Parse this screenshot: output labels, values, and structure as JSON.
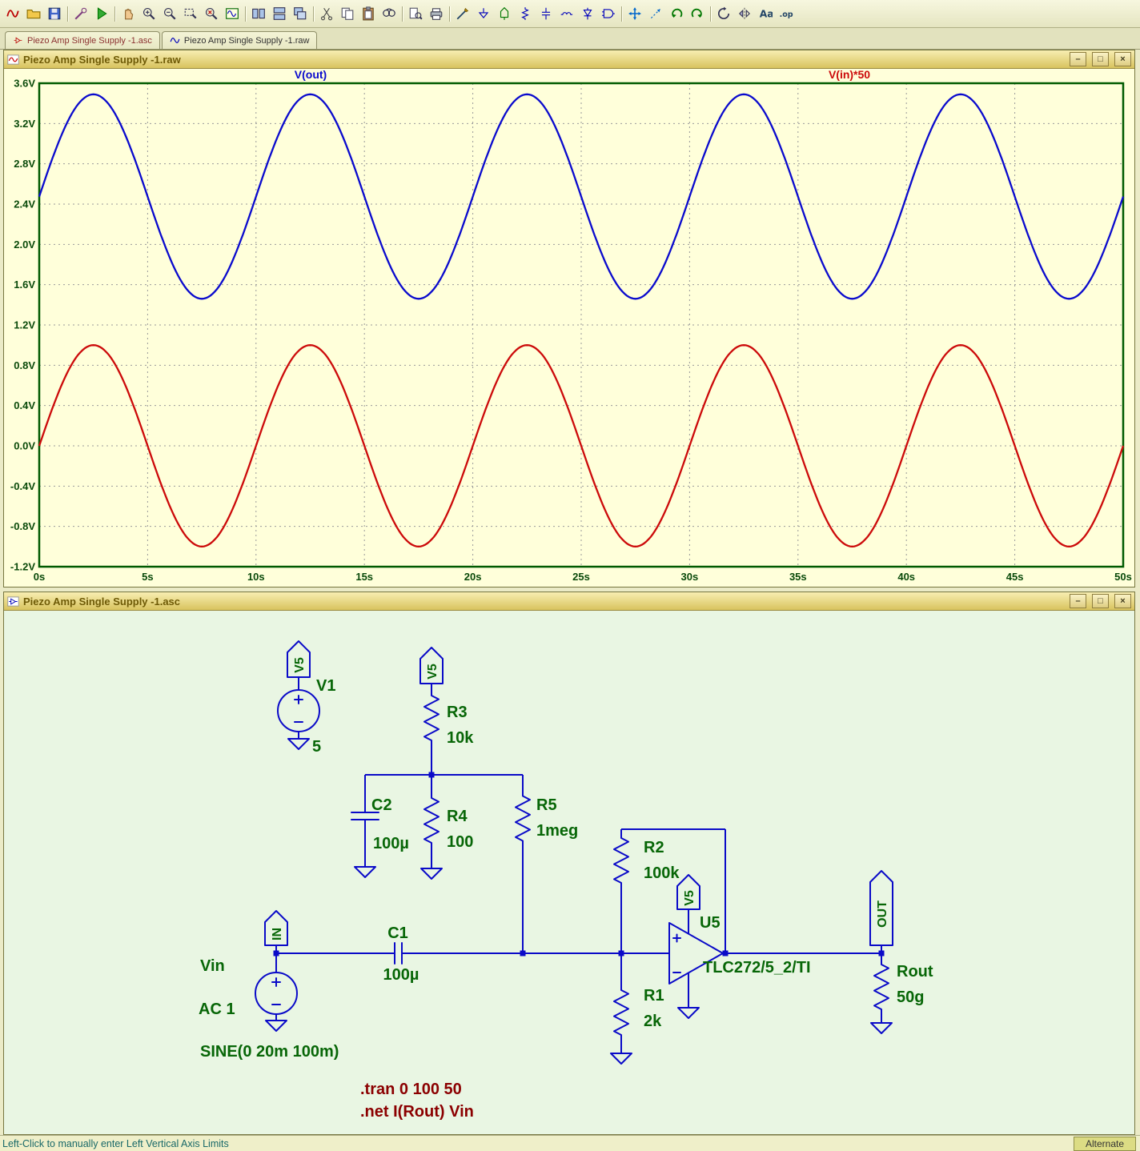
{
  "toolbar": {
    "icons": [
      "new-schematic",
      "open",
      "save",
      "|",
      "probe",
      "run",
      "|",
      "pan-hand",
      "zoom-in",
      "zoom-out",
      "zoom-area",
      "zoom-fit",
      "autorange",
      "|",
      "tile-vert",
      "tile-horz",
      "cascade",
      "|",
      "cut",
      "copy",
      "paste",
      "find",
      "|",
      "print-preview",
      "print",
      "|",
      "wire",
      "ground",
      "label-net",
      "resistor",
      "capacitor",
      "inductor",
      "diode",
      "component",
      "|",
      "move",
      "drag",
      "undo",
      "redo",
      "|",
      "rotate",
      "mirror",
      "text",
      "spice-directive"
    ]
  },
  "tabs": [
    {
      "label": "Piezo Amp Single Supply -1.asc"
    },
    {
      "label": "Piezo Amp Single Supply -1.raw"
    }
  ],
  "window_controls": [
    {
      "name": "minimize",
      "glyph": "–"
    },
    {
      "name": "maximize",
      "glyph": "□"
    },
    {
      "name": "close",
      "glyph": "×"
    }
  ],
  "wave_window": {
    "title": "Piezo Amp Single Supply -1.raw"
  },
  "chart_data": {
    "type": "line",
    "title": "",
    "x": {
      "min": 0,
      "max": 50,
      "tick_step": 5,
      "unit": "s",
      "tick_labels": [
        "0s",
        "5s",
        "10s",
        "15s",
        "20s",
        "25s",
        "30s",
        "35s",
        "40s",
        "45s",
        "50s"
      ]
    },
    "y": {
      "min": -1.2,
      "max": 3.6,
      "tick_step": 0.4,
      "unit": "V",
      "tick_labels": [
        "3.6V",
        "3.2V",
        "2.8V",
        "2.4V",
        "2.0V",
        "1.6V",
        "1.2V",
        "0.8V",
        "0.4V",
        "0.0V",
        "-0.4V",
        "-0.8V",
        "-1.2V"
      ]
    },
    "grid": "dashed",
    "legend_position": "top",
    "series": [
      {
        "name": "V(out)",
        "color": "#0A0ACD",
        "waveform": "sine",
        "mean": 2.475,
        "amplitude": 1.015,
        "period": 10,
        "phase_deg": 0
      },
      {
        "name": "V(in)*50",
        "color": "#CC0A0A",
        "waveform": "sine",
        "mean": 0.0,
        "amplitude": 1.0,
        "period": 10,
        "phase_deg": 0
      }
    ]
  },
  "schematic_window": {
    "title": "Piezo Amp Single Supply -1.asc",
    "components": {
      "v5_flag": "V5",
      "v1": {
        "name": "V1",
        "value": "5"
      },
      "r3": {
        "name": "R3",
        "value": "10k"
      },
      "c2": {
        "name": "C2",
        "value": "100µ"
      },
      "r4": {
        "name": "R4",
        "value": "100"
      },
      "r5": {
        "name": "R5",
        "value": "1meg"
      },
      "in_flag": "IN",
      "vin": {
        "name": "Vin",
        "value1": "AC 1",
        "value2": "SINE(0 20m 100m)"
      },
      "c1": {
        "name": "C1",
        "value": "100µ"
      },
      "r2": {
        "name": "R2",
        "value": "100k"
      },
      "r1": {
        "name": "R1",
        "value": "2k"
      },
      "u5": {
        "name": "U5",
        "value": "TLC272/5_2/TI"
      },
      "out_flag": "OUT",
      "rout": {
        "name": "Rout",
        "value": "50g"
      }
    },
    "directives": {
      "tran": ".tran 0 100 50",
      "net": ".net I(Rout) Vin"
    }
  },
  "status_bar": {
    "message": "Left-Click to manually enter Left Vertical Axis Limits",
    "mode": "Alternate"
  },
  "colors": {
    "wire": "#0A0AC8",
    "label": "#076607",
    "directive": "#8B0000",
    "plot_bg": "#FFFFDA",
    "schematic_bg": "#E9F6E3",
    "plot_frame": "#005A00"
  }
}
